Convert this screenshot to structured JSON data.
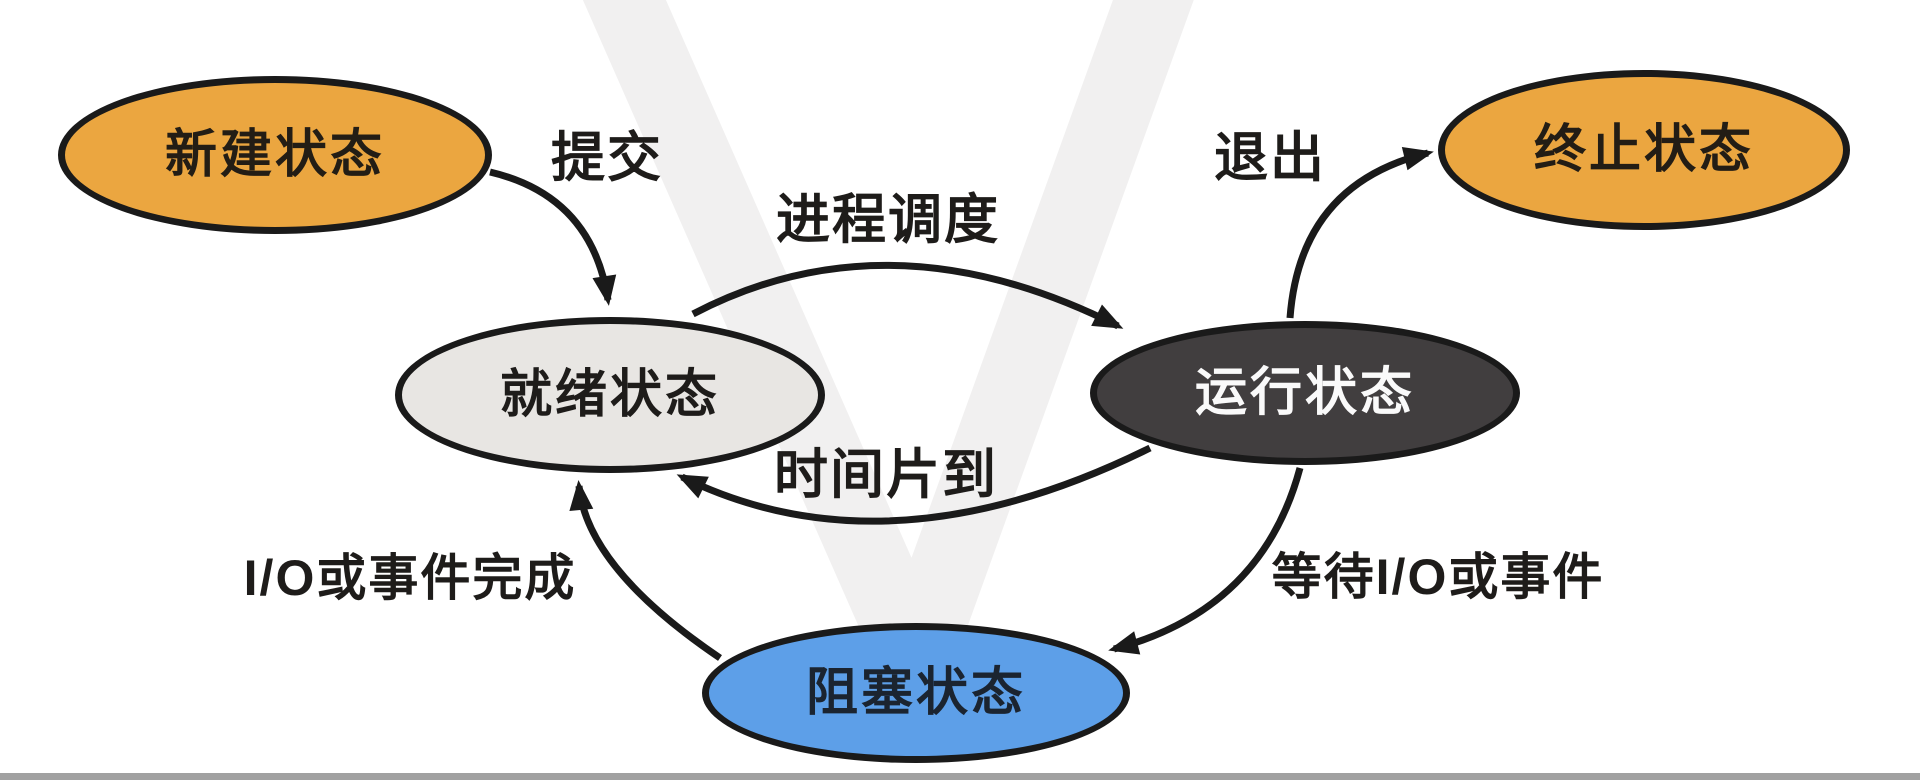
{
  "diagram": {
    "background_color": "#FFFFFF",
    "outline_color": "#1A1A1A",
    "watermark": {
      "shape": "large-v-checkmark",
      "color": "#F1F0F0"
    },
    "bottom_bar_color": "#A1A1A1",
    "nodes": [
      {
        "id": "new",
        "label": "新建状态",
        "fill": "#EBA640",
        "text_color": "#231D15"
      },
      {
        "id": "terminated",
        "label": "终止状态",
        "fill": "#EBA640",
        "text_color": "#231D15"
      },
      {
        "id": "ready",
        "label": "就绪状态",
        "fill": "#E8E6E3",
        "text_color": "#1E1C1A"
      },
      {
        "id": "running",
        "label": "运行状态",
        "fill": "#413E3F",
        "text_color": "#FAFAFA"
      },
      {
        "id": "blocked",
        "label": "阻塞状态",
        "fill": "#5D9FE8",
        "text_color": "#1B2430"
      }
    ],
    "edges": [
      {
        "id": "submit",
        "label": "提交",
        "from": "new",
        "to": "ready"
      },
      {
        "id": "schedule",
        "label": "进程调度",
        "from": "ready",
        "to": "running"
      },
      {
        "id": "timeslice",
        "label": "时间片到",
        "from": "running",
        "to": "ready"
      },
      {
        "id": "exit",
        "label": "退出",
        "from": "running",
        "to": "terminated"
      },
      {
        "id": "wait-io",
        "label": "等待I/O或事件",
        "from": "running",
        "to": "blocked"
      },
      {
        "id": "io-complete",
        "label": "I/O或事件完成",
        "from": "blocked",
        "to": "ready"
      }
    ]
  }
}
